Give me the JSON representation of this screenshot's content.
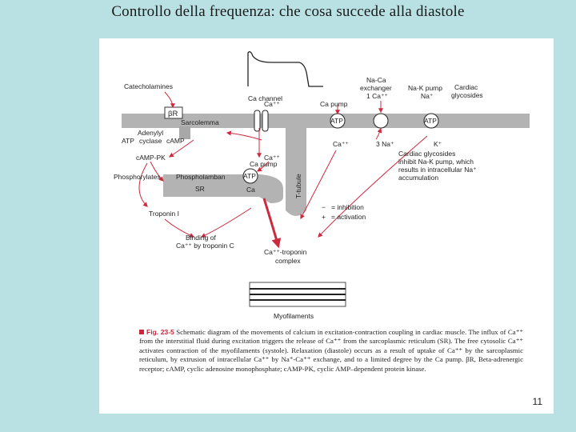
{
  "slide": {
    "title": "Controllo della frequenza: che cosa succede alla diastole",
    "page_number": "11"
  },
  "diagram": {
    "catecholamines": "Catecholamines",
    "beta_r": "βR",
    "sarcolemma": "Sarcolemma",
    "adenylyl": "Adenylyl",
    "cyclase": "cyclase",
    "atp_left": "ATP",
    "camp": "cAMP",
    "camp_pk": "cAMP-PK",
    "phosphorylates": "Phosphorylates",
    "phospholamban": "Phospholamban",
    "sr": "SR",
    "troponin_i": "Troponin I",
    "binding_1": "Binding of",
    "binding_2": "Ca⁺⁺ by troponin C",
    "ca_channel": "Ca channel",
    "ca_pp_channel": "Ca⁺⁺",
    "ca_pp_sr": "Ca⁺⁺",
    "ca_pump_sr": "Ca pump",
    "atp_sr": "ATP",
    "ca_sr": "Ca",
    "t_tubule": "T-tubule",
    "ca_pump_top": "Ca pump",
    "atp_pump": "ATP",
    "ca_pp_mid": "Ca⁺⁺",
    "naca_1": "Na-Ca",
    "naca_2": "exchanger",
    "naca_3": "1 Ca⁺⁺",
    "three_na": "3 Na⁺",
    "nak_1": "Na-K pump",
    "nak_2": "Na⁺",
    "atp_nak": "ATP",
    "k_plus": "K⁺",
    "cardiac_1": "Cardiac",
    "cardiac_2": "glycosides",
    "cg_1": "Cardiac glycosides",
    "cg_2": "inhibit Na-K pump, which",
    "cg_3": "results in intracellular Na⁺",
    "cg_4": "accumulation",
    "minus_sign": "−",
    "inhibition": "= inhibition",
    "plus_sign": "+",
    "activation": "= activation",
    "complex_1": "Ca⁺⁺-troponin",
    "complex_2": "complex",
    "myofilaments": "Myofilaments"
  },
  "caption": {
    "label": "Fig. 23-5",
    "text": "Schematic diagram of the movements of calcium in excitation-contraction coupling in cardiac muscle. The influx of Ca⁺⁺ from the interstitial fluid during excitation triggers the release of Ca⁺⁺ from the sarcoplasmic reticulum (SR). The free cytosolic Ca⁺⁺ activates contraction of the myofilaments (systole). Relaxation (diastole) occurs as a result of uptake of Ca⁺⁺ by the sarcoplasmic reticulum, by extrusion of intracellular Ca⁺⁺ by Na⁺-Ca⁺⁺ exchange, and to a limited degree by the Ca pump. βR, Beta-adrenergic receptor; cAMP, cyclic adenosine monophosphate; cAMP-PK, cyclic AMP–dependent protein kinase."
  },
  "colors": {
    "background": "#b9e1e3",
    "membrane": "#b3b3b3",
    "arrow": "#cc2a3e",
    "caption_label": "#c8283c"
  }
}
